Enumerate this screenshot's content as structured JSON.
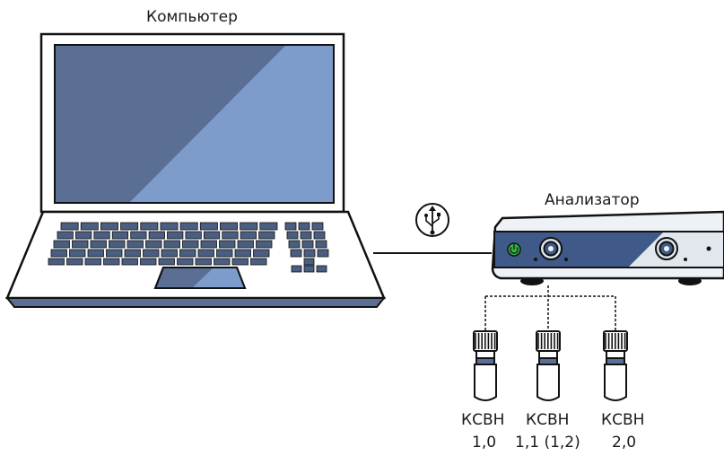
{
  "labels": {
    "computer": "Компьютер",
    "analyzer": "Анализатор"
  },
  "loads": [
    {
      "line1": "КСВН",
      "line2": "1,0"
    },
    {
      "line1": "КСВН",
      "line2": "1,1 (1,2)"
    },
    {
      "line1": "КСВН",
      "line2": "2,0"
    }
  ],
  "icons": {
    "link": "usb-icon",
    "power": "power-icon"
  },
  "colors": {
    "outline": "#111111",
    "screen_dark": "#5b6f95",
    "screen_light": "#7e9ccb",
    "keyboard_keys": "#4a5e82",
    "analyzer_panel": "#3f5a88",
    "analyzer_body": "#eef1f6",
    "power_led": "#35b44a",
    "connector_cap": "#5a6f98"
  }
}
